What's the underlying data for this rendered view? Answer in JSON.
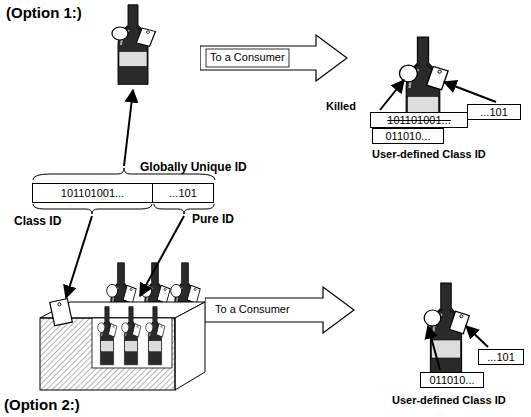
{
  "diagram": {
    "nodes": [
      {
        "text": [
          "101101001..."
        ]
      },
      {
        "text": [
          "...101"
        ]
      },
      {
        "text": [
          "To a Consumer"
        ]
      },
      {
        "text": [
          "101101001..."
        ]
      },
      {
        "text": [
          "...101"
        ]
      },
      {
        "text": [
          "011010..."
        ]
      },
      {
        "text": [
          "To a Consumer"
        ]
      },
      {
        "text": [
          "...101"
        ]
      },
      {
        "text": [
          "011010..."
        ]
      }
    ],
    "labels": [
      "(Option 1:)",
      "Globally Unique ID",
      "Class ID",
      "Pure ID",
      "Killed",
      "User-defined Class ID",
      "User-defined Class ID",
      "(Option 2:)"
    ]
  }
}
